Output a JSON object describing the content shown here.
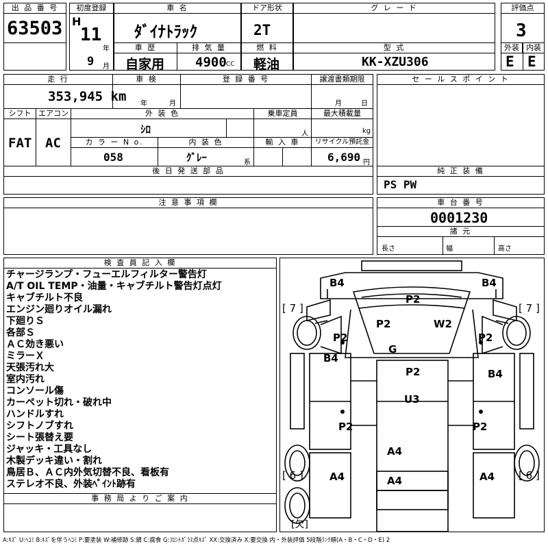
{
  "header": {
    "lot_number_label": "出 品 番 号",
    "lot_number": "63503",
    "first_reg_label": "初度登録",
    "era": "H",
    "year": "11",
    "year_unit": "年",
    "month": "9",
    "month_unit": "月",
    "car_name_label": "車 名",
    "car_name": "ﾀﾞｲﾅﾄﾗｯｸ",
    "door_label": "ドア形状",
    "door": "2T",
    "grade_label": "グ レ ー ド",
    "grade": "",
    "score_label": "評価点",
    "score": "3",
    "history_label": "車 歴",
    "history": "自家用",
    "displacement_label": "排 気 量",
    "displacement": "4900",
    "displacement_unit": "CC",
    "fuel_label": "燃 料",
    "fuel": "軽油",
    "model_label": "型 式",
    "model": "KK-XZU306",
    "exterior_label": "外装",
    "exterior": "E",
    "interior_label": "内装",
    "interior": "E"
  },
  "specs": {
    "mileage_label": "走 行",
    "mileage": "353,945 km",
    "inspection_label": "車 検",
    "insp_year_unit": "年",
    "insp_month_unit": "月",
    "reg_no_label": "登 録 番 号",
    "transfer_label": "譲渡書類期限",
    "transfer_month_unit": "月",
    "transfer_day_unit": "日",
    "shift_label": "シフト",
    "shift": "FAT",
    "ac_label": "エアコン",
    "ac": "AC",
    "exterior_color_label": "外 装 色",
    "exterior_color": "ｼﾛ",
    "capacity_label": "乗車定員",
    "capacity_unit": "人",
    "max_load_label": "最大積載量",
    "max_load_unit": "kg",
    "color_no_label": "カ ラ ー N o.",
    "color_no": "058",
    "interior_color_label": "内 装 色",
    "interior_color": "ｸﾞﾚｰ",
    "interior_color_suffix": "系",
    "import_label": "輸 入 車",
    "recycle_label": "リサイクル預託金",
    "recycle": "6,690",
    "recycle_unit": "円",
    "later_parts_label": "後 日 発 送 部 品"
  },
  "right": {
    "sales_points_label": "セ ー ル ス ポ イ ン ト",
    "genuine_equipment_label": "純 正 装 備",
    "genuine_equipment": "PS PW",
    "chassis_no_label": "車 台 番 号",
    "chassis_no": "0001230",
    "specs_label": "諸 元",
    "length_label": "長さ",
    "width_label": "幅",
    "height_label": "高さ"
  },
  "notes": {
    "caution_label": "注 意 事 項 欄",
    "inspector_label": "検 査 員 記 入 欄",
    "inspector_lines": [
      "チャージランプ・フューエルフィルター警告灯",
      "A/T OIL TEMP・油量・キャブチルト警告灯点灯",
      "キャブチルト不良",
      "エンジン廻りオイル漏れ",
      "下廻りＳ",
      "各部Ｓ",
      "ＡＣ効き悪い",
      "ミラーＸ",
      "天張汚れ大",
      "室内汚れ",
      "コンソール傷",
      "カーペット切れ・破れ中",
      "ハンドルすれ",
      "シフトノブすれ",
      "シート張替え要",
      "ジャッキ・工具なし",
      "木製デッキ違い・割れ",
      "鳥居Ｂ、ＡＣ内外気切替不良、看板有",
      "ステレオ不良、外装ﾍﾟｲﾝﾄ跡有"
    ],
    "office_label": "事 務 局 よ り ご 案 内"
  },
  "diagram": {
    "label_7": "7",
    "label_6": "6",
    "missing_label": "欠",
    "marks": [
      "B4",
      "B4",
      "P2",
      "P2",
      "W2",
      "P2",
      "P2",
      "G",
      "B4",
      "B4",
      "P2",
      "U3",
      "P2",
      "P2",
      "A4",
      "A4",
      "A4",
      "A4"
    ]
  },
  "legend": "A:ｷｽﾞ  U:ﾍｺﾐ  B:ｷｽﾞを伴うﾍｺﾐ  P:要塗装  W:補修跡  S:錆  C:腐食  G:ﾌﾛﾝﾄｶﾞﾗｽ点ｷｽﾞ  XX:交換済み  X:要交換   内・外装評価  5段階ﾗﾝｸ順(A・B・C・D・E)  2"
}
